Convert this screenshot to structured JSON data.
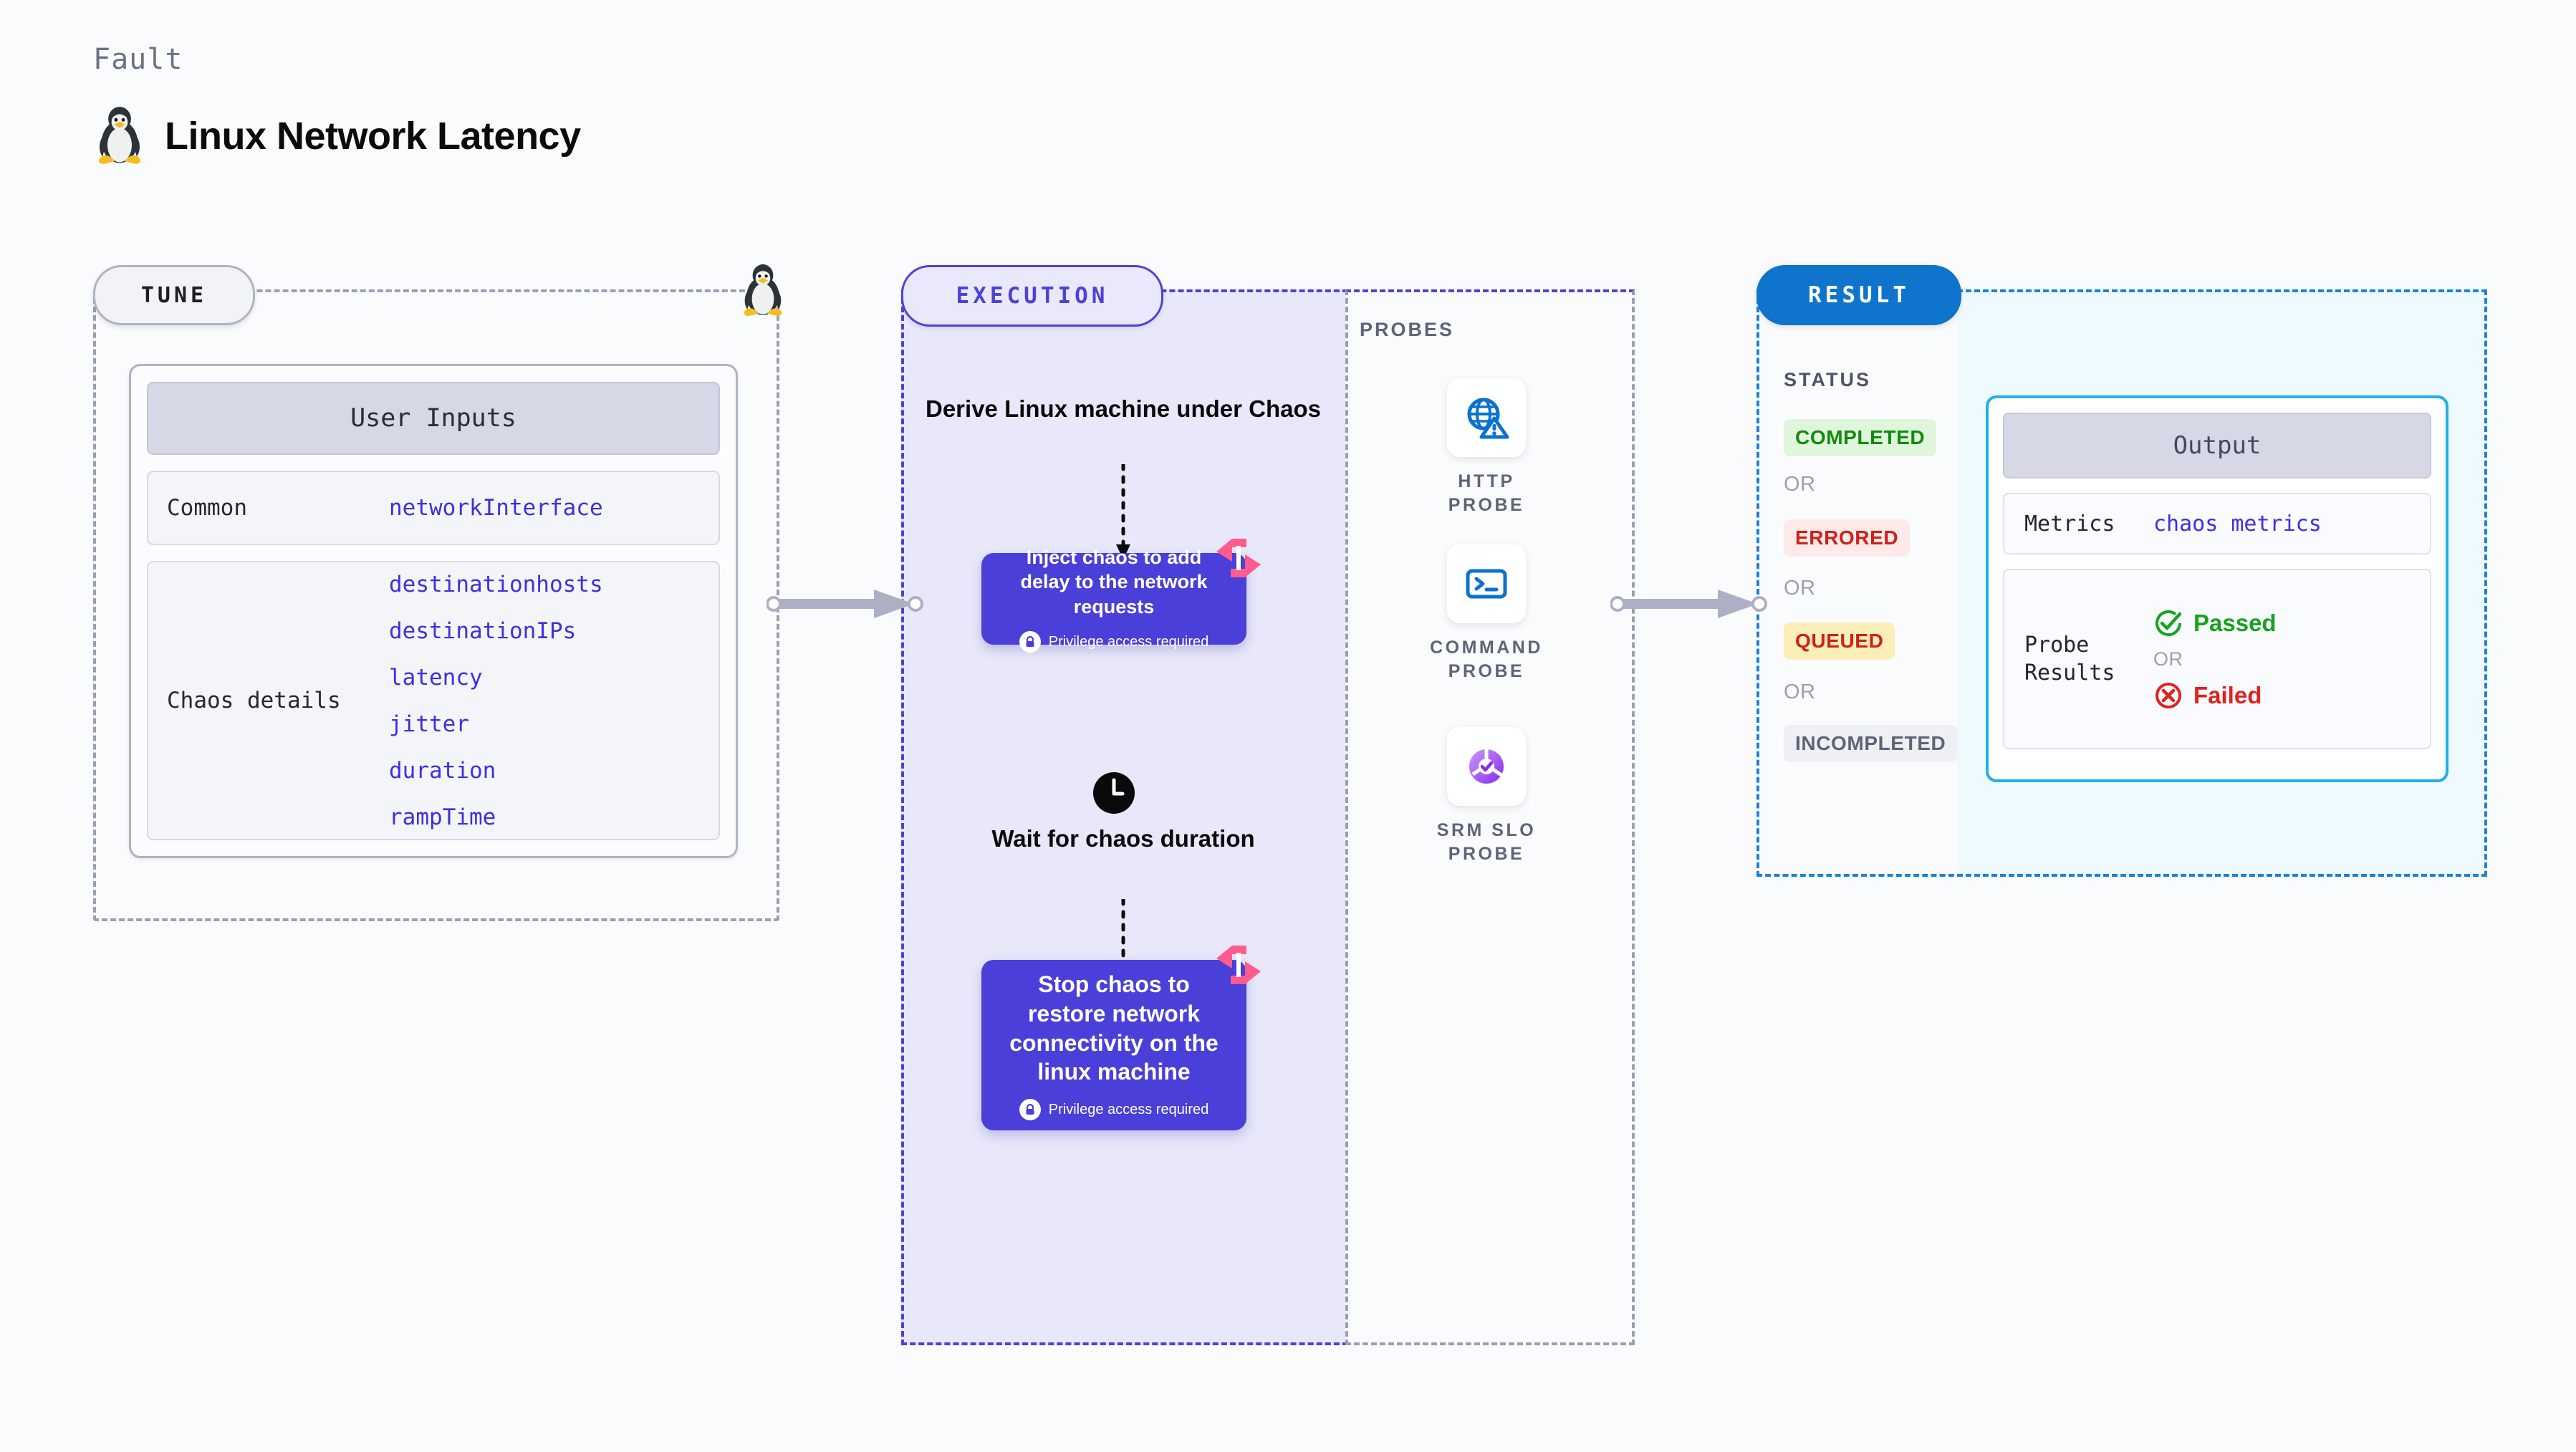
{
  "header": {
    "eyebrow": "Fault",
    "title": "Linux Network Latency",
    "icon": "tux-penguin-icon"
  },
  "tune": {
    "pill_label": "TUNE",
    "card_title": "User Inputs",
    "rows": [
      {
        "label": "Common",
        "values": [
          "networkInterface"
        ]
      },
      {
        "label": "Chaos details",
        "values": [
          "destinationhosts",
          "destinationIPs",
          "latency",
          "jitter",
          "duration",
          "rampTime"
        ]
      }
    ]
  },
  "execution": {
    "pill_label": "EXECUTION",
    "step1_title": "Derive Linux machine under Chaos",
    "step2_title": "Wait for chaos duration",
    "cards": [
      {
        "text": "Inject chaos to add delay to the network requests",
        "note": "Privilege access required",
        "badge": "harness-logo-icon",
        "lock": "lock-icon"
      },
      {
        "text": "Stop chaos to restore network connectivity on the linux machine",
        "note": "Privilege access required",
        "badge": "harness-logo-icon",
        "lock": "lock-icon"
      }
    ]
  },
  "probes": {
    "label": "PROBES",
    "items": [
      {
        "label": "HTTP PROBE",
        "icon": "globe-warning-icon"
      },
      {
        "label": "COMMAND PROBE",
        "icon": "terminal-icon"
      },
      {
        "label": "SRM SLO PROBE",
        "icon": "slo-donut-check-icon"
      }
    ]
  },
  "result": {
    "pill_label": "RESULT",
    "status_label": "STATUS",
    "or_label": "OR",
    "statuses": [
      {
        "text": "COMPLETED",
        "color": "#15890f",
        "bg": "#dff5dc"
      },
      {
        "text": "ERRORED",
        "color": "#cf2019",
        "bg": "#fdeae9"
      },
      {
        "text": "QUEUED",
        "color": "#cf2019",
        "bg": "#fbeeb9"
      },
      {
        "text": "INCOMPLETED",
        "color": "#5e6478",
        "bg": "#eff0f4"
      }
    ]
  },
  "output": {
    "title": "Output",
    "metrics_label": "Metrics",
    "metrics_value": "chaos metrics",
    "probe_results_label": "Probe Results",
    "passed_label": "Passed",
    "failed_label": "Failed",
    "or_label": "OR"
  },
  "colors": {
    "purple": "#4a3fd8",
    "blue": "#0f74cb",
    "cyan": "#21b0e8",
    "pink": "#ff5c8d",
    "green": "#15890f",
    "red": "#cf2019",
    "code_blue": "#3e2fe0"
  }
}
